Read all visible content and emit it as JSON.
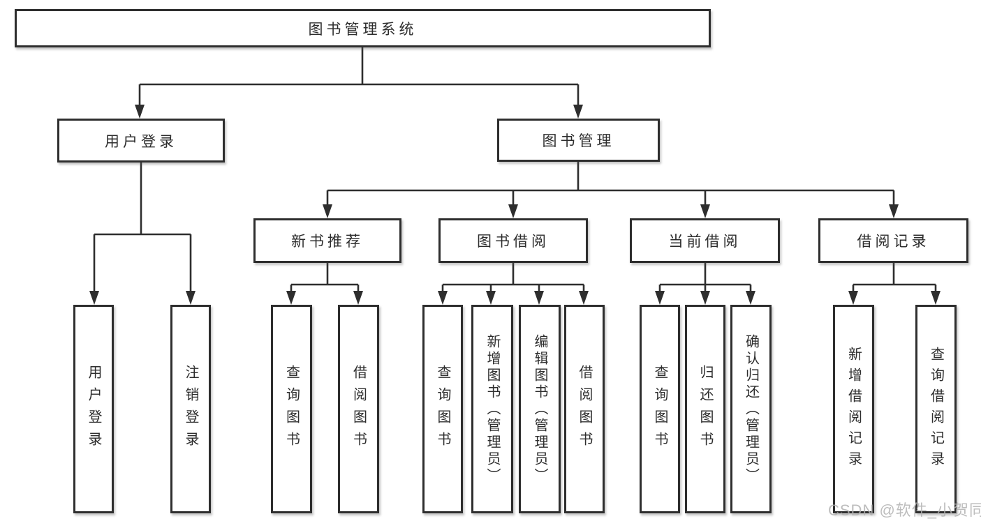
{
  "diagram": {
    "root": {
      "label": "图书管理系统"
    },
    "branches": [
      {
        "label": "用户登录",
        "children": [
          {
            "label": "用户登录"
          },
          {
            "label": "注销登录"
          }
        ]
      },
      {
        "label": "图书管理",
        "children": [
          {
            "label": "新书推荐",
            "children": [
              {
                "label": "查询图书"
              },
              {
                "label": "借阅图书"
              }
            ]
          },
          {
            "label": "图书借阅",
            "children": [
              {
                "label": "查询图书"
              },
              {
                "label": "新增图书（管理员）"
              },
              {
                "label": "编辑图书（管理员）"
              },
              {
                "label": "借阅图书"
              }
            ]
          },
          {
            "label": "当前借阅",
            "children": [
              {
                "label": "查询图书"
              },
              {
                "label": "归还图书"
              },
              {
                "label": "确认归还（管理员）"
              }
            ]
          },
          {
            "label": "借阅记录",
            "children": [
              {
                "label": "新增借阅记录"
              },
              {
                "label": "查询借阅记录"
              }
            ]
          }
        ]
      }
    ]
  },
  "watermark": {
    "text": "CSDN @软件_小贺同学"
  },
  "colors": {
    "line": "#2e2e2e",
    "text": "#2d2d2d",
    "box_background": "#ffffff",
    "watermark": "#b2b2b2",
    "background": "#ffffff"
  }
}
